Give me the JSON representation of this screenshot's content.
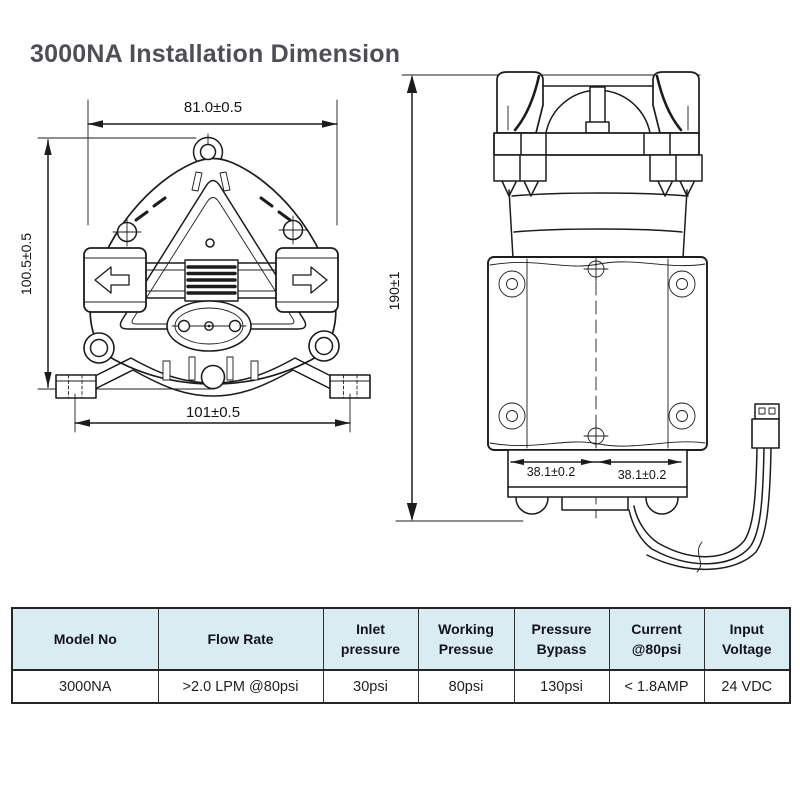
{
  "title": "3000NA Installation Dimension",
  "front_view": {
    "description": "pump front elevation line drawing",
    "dims": {
      "top_width": "81.0±0.5",
      "left_height": "100.5±0.5",
      "bottom_width": "101±0.5"
    }
  },
  "side_view": {
    "description": "pump side elevation line drawing with power cable and connector",
    "dims": {
      "height": "190±1",
      "foot_left": "38.1±0.2",
      "foot_right": "38.1±0.2"
    }
  },
  "spec_table": {
    "headers": [
      "Model No",
      "Flow Rate",
      "Inlet\npressure",
      "Working\nPressue",
      "Pressure\nBypass",
      "Current\n@80psi",
      "Input\nVoltage"
    ],
    "row": [
      "3000NA",
      ">2.0 LPM @80psi",
      "30psi",
      "80psi",
      "130psi",
      "< 1.8AMP",
      "24 VDC"
    ]
  },
  "colors": {
    "line": "#1c1c1c",
    "title_text": "#4e4e56",
    "table_header_bg": "#d9ecf2",
    "table_border": "#2e2e2e"
  }
}
